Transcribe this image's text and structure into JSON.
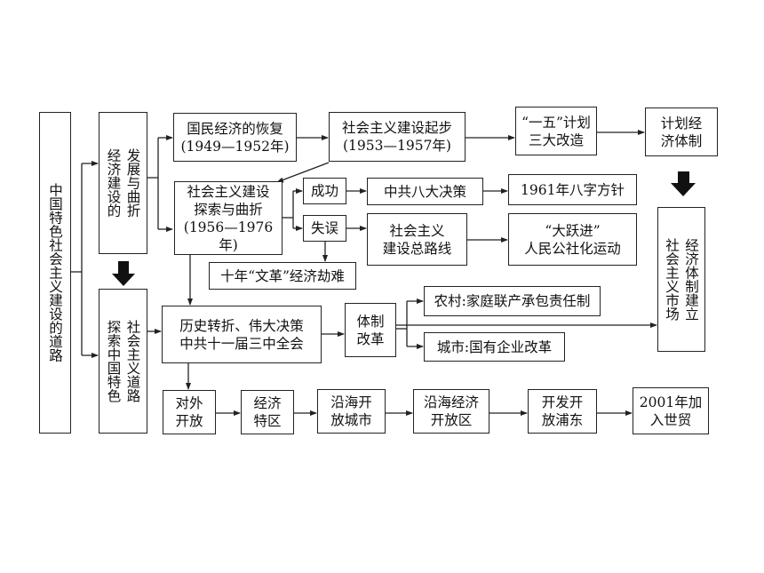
{
  "root": "中国特色社会主义建设的道路",
  "stage1": [
    "经济建设的",
    "发展与曲折"
  ],
  "stage2": [
    "探索中国特色",
    "社会主义道路"
  ],
  "recovery": "国民经济的恢复\n(1949—1952年)",
  "start": "社会主义建设起步\n(1953—1957年)",
  "first_plan": "“一五”计划\n三大改造",
  "planned_economy": "计划经\n济体制",
  "explore": "社会主义建设\n探索与曲折\n(1956—1976年)",
  "success": "成功",
  "eighth_congress": "中共八大决策",
  "eight_char": "1961年八字方针",
  "mistake": "失误",
  "general_line": "社会主义\n建设总路线",
  "great_leap": "“大跃进”\n人民公社化运动",
  "cultural_rev": "十年“文革”经济劫难",
  "market_economy": [
    "社会主义市场",
    "经济体制建立"
  ],
  "turning_point": "历史转折、伟大决策\n中共十一届三中全会",
  "reform": "体制\n改革",
  "rural": "农村:家庭联产承包责任制",
  "urban": "城市:国有企业改革",
  "opening": [
    "对外\n开放",
    "经济\n特区",
    "沿海开\n放城市",
    "沿海经济\n开放区",
    "开发开\n放浦东",
    "2001年加\n入世贸"
  ]
}
